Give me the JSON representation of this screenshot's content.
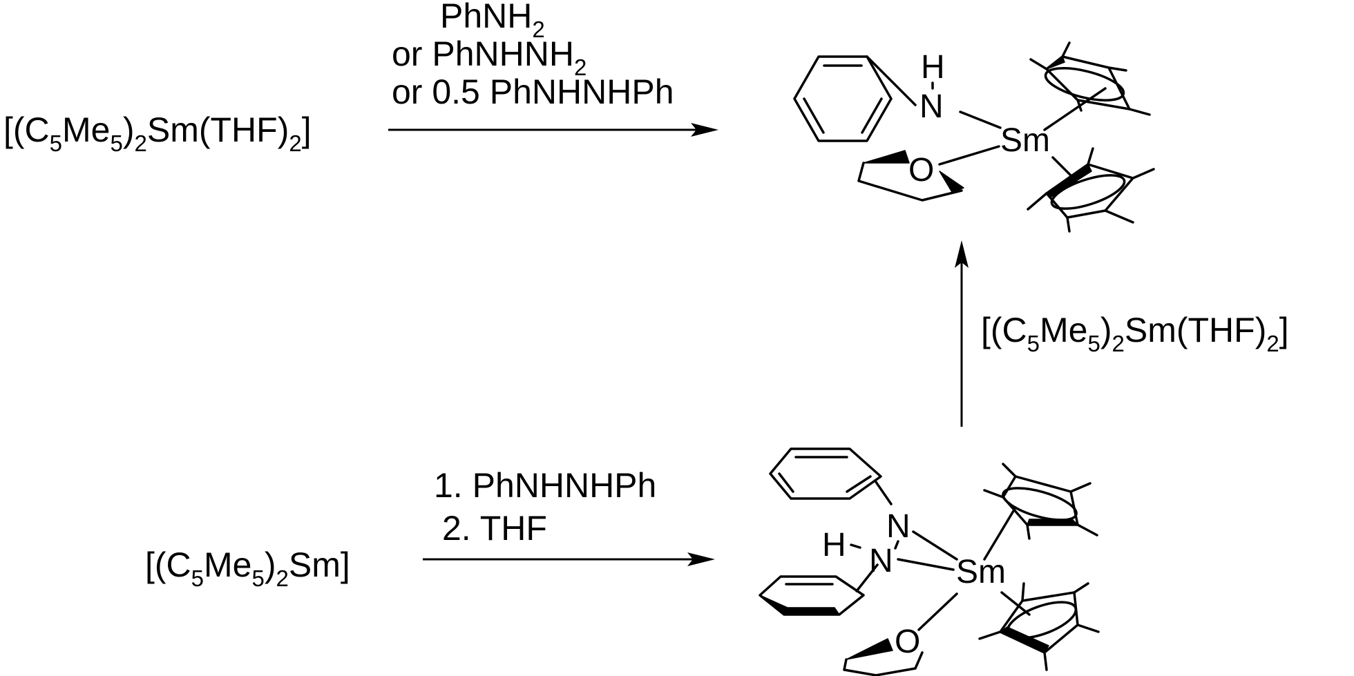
{
  "reaction_top": {
    "reactant": {
      "main": "[(C",
      "sub1": "5",
      "mid": "Me",
      "sub2": "5",
      "tail": ")",
      "sub3": "2",
      "end": "Sm(THF)",
      "sub4": "2",
      "close": "]"
    },
    "reagent_line1": {
      "main": "PhNH",
      "sub": "2"
    },
    "reagent_line2": {
      "main": "or PhNHNH",
      "sub": "2"
    },
    "reagent_line3": "or 0.5 PhNHNHPh"
  },
  "reaction_bottom": {
    "reactant": {
      "main": "[(C",
      "sub1": "5",
      "mid": "Me",
      "sub2": "5",
      "tail": ")",
      "sub3": "2",
      "end": "Sm]"
    },
    "step1": "1. PhNHNHPh",
    "step2": "2. THF"
  },
  "reaction_vertical": {
    "reagent": {
      "main": "[(C",
      "sub1": "5",
      "mid": "Me",
      "sub2": "5",
      "tail": ")",
      "sub3": "2",
      "end": "Sm(THF)",
      "sub4": "2",
      "close": "]"
    }
  },
  "product_top_atoms": {
    "H": "H",
    "N": "N",
    "Sm": "Sm",
    "O": "O"
  },
  "product_bottom_atoms": {
    "N1": "N",
    "H": "H",
    "N2": "N",
    "Sm": "Sm",
    "O": "O"
  }
}
